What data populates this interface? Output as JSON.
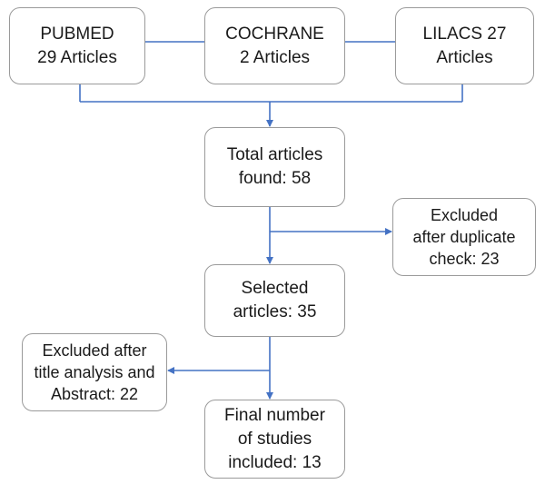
{
  "diagram": {
    "sources": [
      {
        "line1": "PUBMED",
        "line2": "29 Articles"
      },
      {
        "line1": "COCHRANE",
        "line2": "2 Articles"
      },
      {
        "line1": "LILACS 27",
        "line2": "Articles"
      }
    ],
    "total": {
      "line1": "Total articles",
      "line2": "found: 58"
    },
    "excluded_duplicates": {
      "line1": "Excluded",
      "line2": "after duplicate",
      "line3": "check: 23"
    },
    "selected": {
      "line1": "Selected",
      "line2": "articles: 35"
    },
    "excluded_title": {
      "line1": "Excluded after",
      "line2": "title analysis and",
      "line3": "Abstract: 22"
    },
    "final": {
      "line1": "Final number",
      "line2": "of studies",
      "line3": "included: 13"
    },
    "colors": {
      "box_border": "#9a9a9a",
      "connector": "#4472c4",
      "text": "#1a1a1a"
    }
  }
}
